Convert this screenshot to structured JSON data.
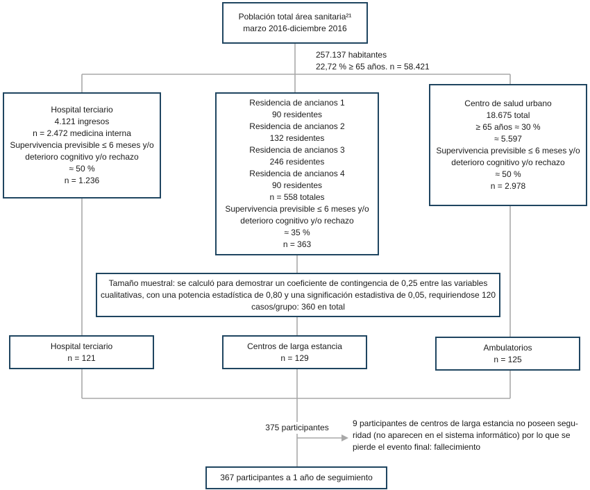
{
  "population": {
    "lines": [
      "Población total área sanitaria²¹",
      "marzo 2016-diciembre 2016"
    ]
  },
  "inhabitants": {
    "lines": [
      "257.137 habitantes",
      "22,72 % ≥ 65 años. n = 58.421"
    ]
  },
  "hospital": {
    "lines": [
      "Hospital terciario",
      "4.121 ingresos",
      "n = 2.472 medicina interna",
      "Supervivencia previsible ≤ 6 meses y/o",
      "deterioro cognitivo y/o rechazo",
      "≈ 50 %",
      "n = 1.236"
    ]
  },
  "residences": {
    "lines": [
      "Residencia de ancianos 1",
      "90 residentes",
      "Residencia de ancianos 2",
      "132 residentes",
      "Residencia de ancianos 3",
      "246 residentes",
      "Residencia de ancianos 4",
      "90 residentes",
      "n = 558 totales",
      "Supervivencia previsible ≤ 6 meses y/o",
      "deterioro cognitivo y/o rechazo",
      "≈ 35 %",
      "n = 363"
    ]
  },
  "health_center": {
    "lines": [
      "Centro de salud urbano",
      "18.675 total",
      "≥ 65 años ≈ 30 %",
      "≈ 5.597",
      "Supervivencia previsible ≤ 6 meses y/o",
      "deterioro cognitivo y/o rechazo",
      "≈ 50 %",
      "n = 2.978"
    ]
  },
  "sample_size": {
    "lines": [
      "Tamaño muestral: se calculó para demostrar un coeficiente de contingencia de 0,25 entre las variables",
      "cualitativas, con una potencia estadística de 0,80 y una significación estadistiva de 0,05, requiriendose 120",
      "casos/grupo: 360 en total"
    ]
  },
  "group_hospital": {
    "lines": [
      "Hospital terciario",
      "n = 121"
    ]
  },
  "group_long_stay": {
    "lines": [
      "Centros de larga estancia",
      "n = 129"
    ]
  },
  "group_outpatient": {
    "lines": [
      "Ambulatorios",
      "n = 125"
    ]
  },
  "participants": {
    "text": "375 participantes"
  },
  "excluded": {
    "lines": [
      "9 participantes de centros de larga estancia no poseen segu-",
      "ridad (no aparecen en el sistema informático) por lo que se",
      "pierde el evento final: fallecimiento"
    ]
  },
  "final": {
    "lines": [
      "367 participantes a 1 año de seguimiento"
    ]
  },
  "colors": {
    "box_border": "#1f4560",
    "connector": "#a8a8a8"
  }
}
